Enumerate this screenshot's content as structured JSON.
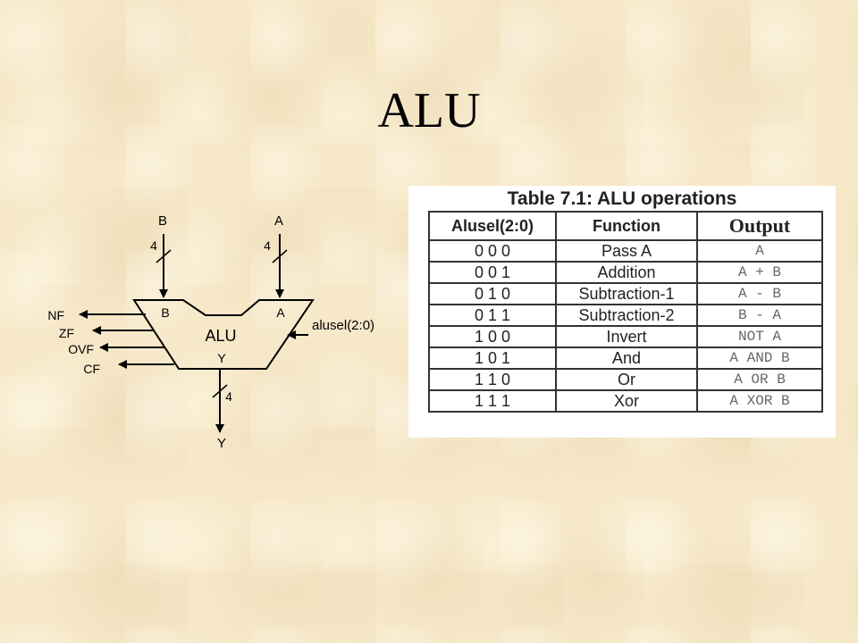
{
  "slide": {
    "title": "ALU"
  },
  "diagram": {
    "block_label": "ALU",
    "input_b": "B",
    "input_a": "A",
    "width_b": "4",
    "width_a": "4",
    "port_b": "B",
    "port_a": "A",
    "port_y": "Y",
    "output_y": "Y",
    "width_y": "4",
    "select": "alusel(2:0)",
    "flags": [
      "NF",
      "ZF",
      "OVF",
      "CF"
    ]
  },
  "table": {
    "caption": "Table 7.1: ALU operations",
    "headers": [
      "Alusel(2:0)",
      "Function",
      "Output"
    ],
    "rows": [
      {
        "sel": "0 0 0",
        "fn": "Pass A",
        "out": "A"
      },
      {
        "sel": "0 0 1",
        "fn": "Addition",
        "out": "A + B"
      },
      {
        "sel": "0 1 0",
        "fn": "Subtraction-1",
        "out": "A - B"
      },
      {
        "sel": "0 1 1",
        "fn": "Subtraction-2",
        "out": "B - A"
      },
      {
        "sel": "1 0 0",
        "fn": "Invert",
        "out": "NOT A"
      },
      {
        "sel": "1 0 1",
        "fn": "And",
        "out": "A AND B"
      },
      {
        "sel": "1 1 0",
        "fn": "Or",
        "out": "A OR B"
      },
      {
        "sel": "1 1 1",
        "fn": "Xor",
        "out": "A XOR B"
      }
    ]
  }
}
